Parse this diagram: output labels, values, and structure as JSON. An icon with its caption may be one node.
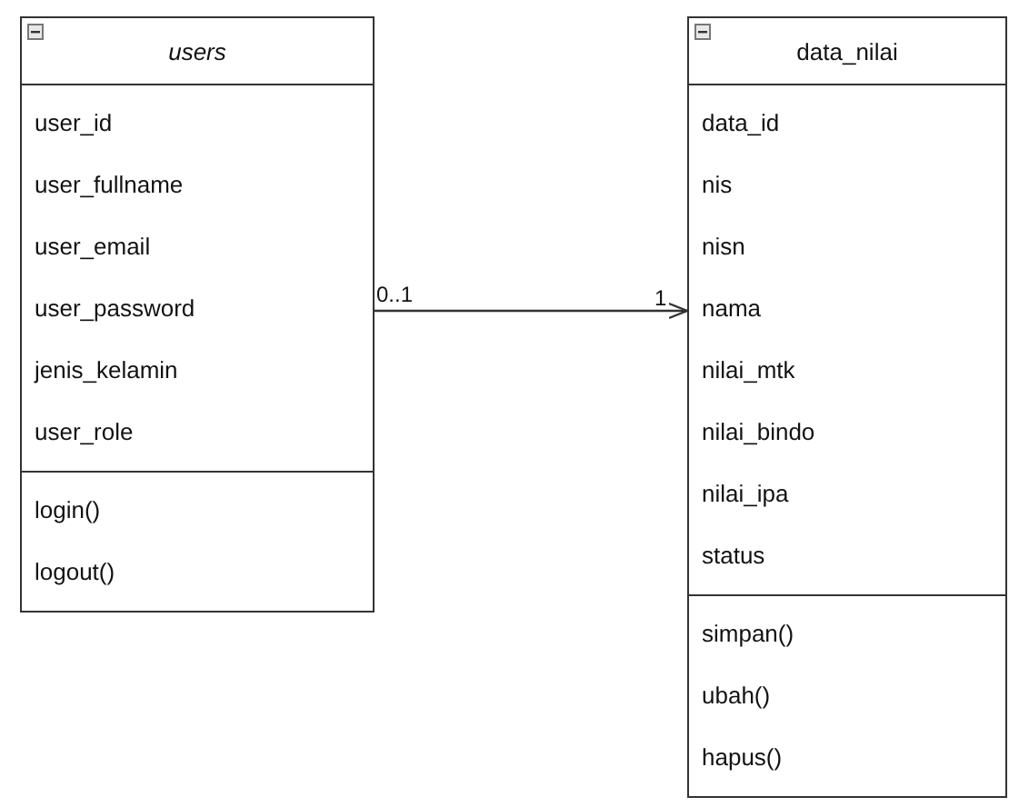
{
  "diagram": {
    "nodes": [
      {
        "text": [
          "users"
        ]
      },
      {
        "text": [
          "user_id",
          "user_fullname",
          "user_email",
          "user_password",
          "jenis_kelamin",
          "user_role"
        ],
        "in": 0
      },
      {
        "text": [
          "login()",
          "logout()"
        ],
        "in": 0
      },
      {
        "text": [
          "data_nilai"
        ]
      },
      {
        "text": [
          "data_id",
          "nis",
          "nisn",
          "nama",
          "nilai_mtk",
          "nilai_bindo",
          "nilai_ipa",
          "status"
        ],
        "in": 3
      },
      {
        "text": [
          "simpan()",
          "ubah()",
          "hapus()"
        ],
        "in": 3
      }
    ],
    "edges": [
      {
        "from": 0,
        "to": 3,
        "arrow": "to"
      }
    ],
    "labels": [
      "0..1",
      "1"
    ]
  }
}
